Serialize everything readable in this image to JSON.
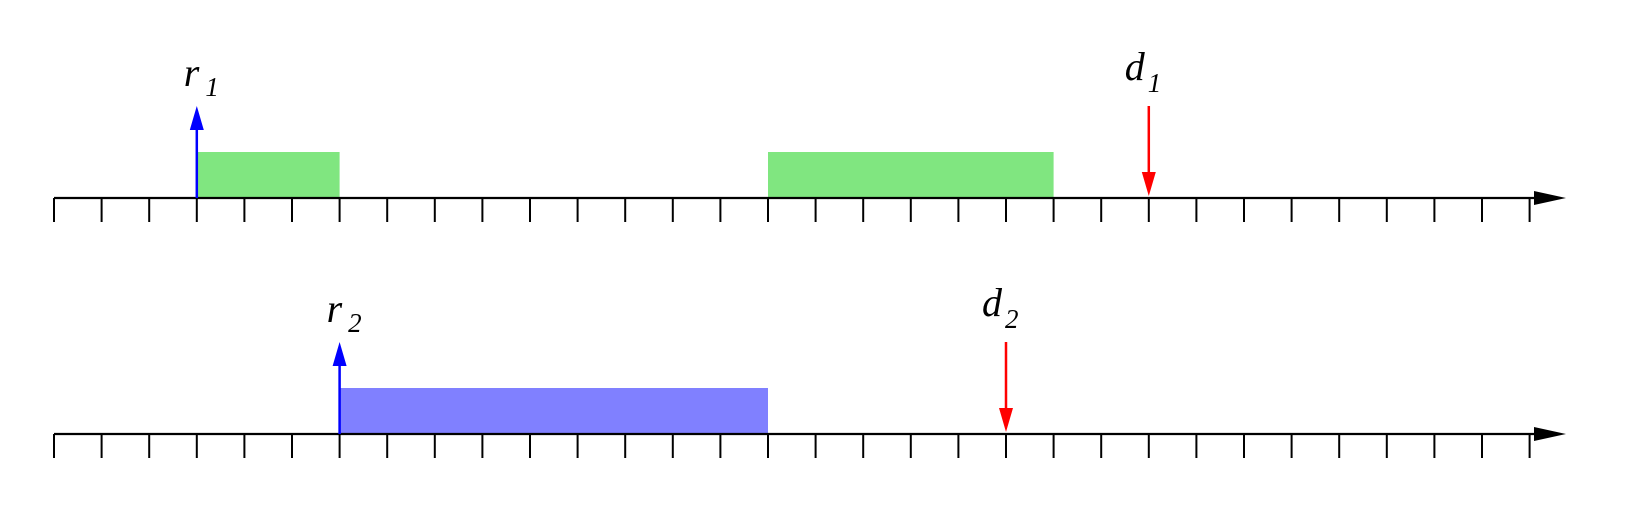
{
  "colors": {
    "axis": "#000000",
    "release_arrow": "#0000ff",
    "deadline_arrow": "#ff0000",
    "task1_fill": "#80e680",
    "task2_fill": "#8080ff"
  },
  "timelines": [
    {
      "id": "task-1",
      "ticks": 32,
      "release": {
        "tick": 3,
        "letter": "r",
        "sub": "1"
      },
      "deadline": {
        "tick": 23,
        "letter": "d",
        "sub": "1"
      },
      "bars": [
        {
          "start": 3,
          "end": 6
        },
        {
          "start": 15,
          "end": 21
        }
      ],
      "fill_key": "task1_fill"
    },
    {
      "id": "task-2",
      "ticks": 32,
      "release": {
        "tick": 6,
        "letter": "r",
        "sub": "2"
      },
      "deadline": {
        "tick": 20,
        "letter": "d",
        "sub": "2"
      },
      "bars": [
        {
          "start": 6,
          "end": 15
        }
      ],
      "fill_key": "task2_fill"
    }
  ]
}
